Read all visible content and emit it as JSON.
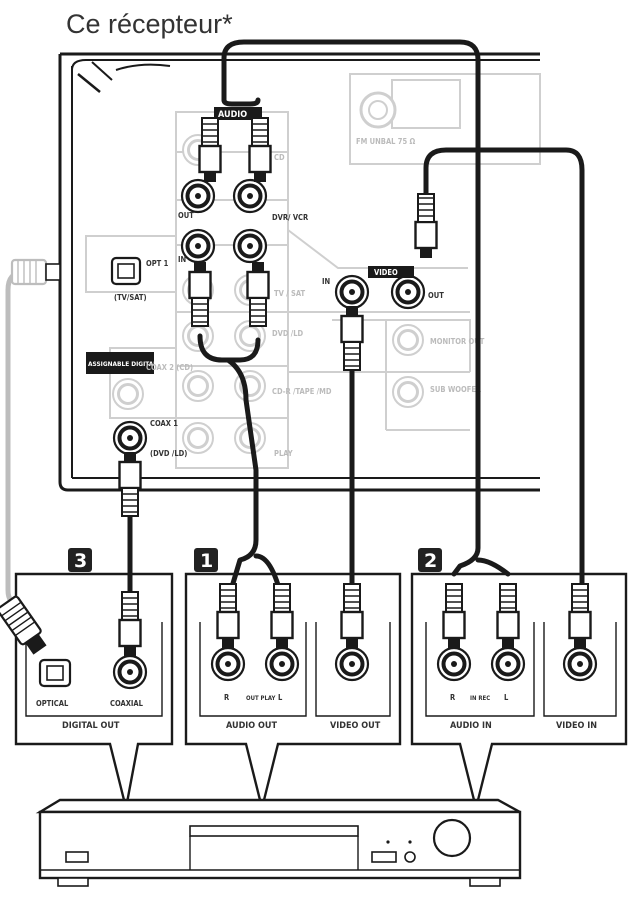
{
  "title": "Ce récepteur*",
  "receiver": {
    "labels": {
      "audio": "AUDIO",
      "cd": "CD",
      "out": "OUT",
      "dvr_vcr": "DVR/ VCR",
      "in": "IN",
      "tv_sat": "TV / SAT",
      "dvd_ld": "DVD /LD",
      "cd_r_tape": "CD-R /TAPE /MD",
      "play": "PLAY",
      "video": "VIDEO",
      "monitor_out": "MONITOR OUT",
      "sub_woofer": "SUB WOOFER",
      "fm_unbal": "FM UNBAL 75 Ω",
      "opt": "OPT 1",
      "tv_sat_paren": "(TV/SAT)",
      "assignable": "ASSIGNABLE DIGITAL IN",
      "coax": "COAX 1",
      "dvd_ld_paren": "(DVD /LD)",
      "coax2": "COAX 2 (CD)"
    }
  },
  "panels": [
    {
      "badge": "3",
      "jacks": [
        "OPTICAL",
        "COAXIAL"
      ],
      "group_label": "DIGITAL OUT"
    },
    {
      "badge": "1",
      "jacks": [
        "R",
        "OUT PLAY",
        "L"
      ],
      "group_label": "AUDIO OUT",
      "side_label": "VIDEO OUT"
    },
    {
      "badge": "2",
      "jacks": [
        "R",
        "IN REC",
        "L"
      ],
      "group_label": "AUDIO IN",
      "side_label": "VIDEO IN"
    }
  ],
  "colors": {
    "line": "#1a1a1a",
    "grey": "#c8c8c8",
    "badge": "#222222"
  }
}
